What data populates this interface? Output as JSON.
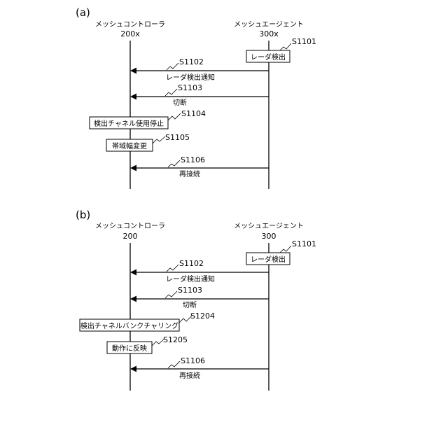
{
  "panels": [
    {
      "label": "(a)",
      "left_name": "メッシュコントローラ",
      "left_id": "200x",
      "right_name": "メッシュエージェント",
      "right_id": "300x",
      "steps": [
        {
          "id": "S1101",
          "box": "レーダ検出"
        },
        {
          "id": "S1102",
          "message": "レーダ検出通知"
        },
        {
          "id": "S1103",
          "message": "切断"
        },
        {
          "id": "S1104",
          "box": "検出チャネル使用停止"
        },
        {
          "id": "S1105",
          "box": "帯域幅変更"
        },
        {
          "id": "S1106",
          "message": "再接続"
        }
      ]
    },
    {
      "label": "(b)",
      "left_name": "メッシュコントローラ",
      "left_id": "200",
      "right_name": "メッシュエージェント",
      "right_id": "300",
      "steps": [
        {
          "id": "S1101",
          "box": "レーダ検出"
        },
        {
          "id": "S1102",
          "message": "レーダ検出通知"
        },
        {
          "id": "S1103",
          "message": "切断"
        },
        {
          "id": "S1204",
          "box": "検出チャネルバンクチャリング"
        },
        {
          "id": "S1205",
          "box": "動作に反映"
        },
        {
          "id": "S1106",
          "message": "再接続"
        }
      ]
    }
  ]
}
